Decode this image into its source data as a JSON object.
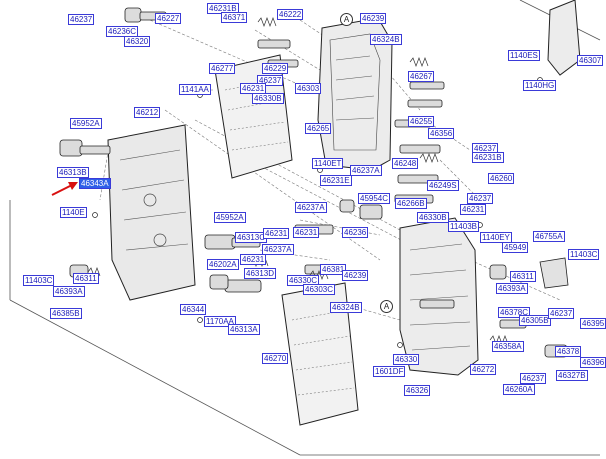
{
  "diagram": {
    "accent_color": "#1a1ab8",
    "highlight_color": "#2f5fe8",
    "pointer_color": "#d81010",
    "highlighted_part": "46343A",
    "circle_note": "A",
    "part_labels": [
      "46237",
      "46236C",
      "46320",
      "46227",
      "46231B",
      "46371",
      "46222",
      "46239",
      "46324B",
      "46237",
      "46277",
      "46229",
      "46237",
      "46231",
      "46330B",
      "46303",
      "46267",
      "1140ES",
      "46307",
      "1140HG",
      "1141AA",
      "46212",
      "46265",
      "46255",
      "46356",
      "45952A",
      "46313B",
      "46343A",
      "46237",
      "46231B",
      "46248",
      "46249S",
      "46260",
      "1140ET",
      "46237A",
      "46231E",
      "46237",
      "46231",
      "46266B",
      "45954C",
      "1140E",
      "45952A",
      "46313C",
      "46237A",
      "46231",
      "46236",
      "46330B",
      "1140EY",
      "46755A",
      "45949",
      "46237A",
      "46231",
      "46231",
      "46381",
      "46202A",
      "46313D",
      "46330C",
      "46303C",
      "46239",
      "11403C",
      "46311",
      "46393A",
      "46311",
      "46393A",
      "46344",
      "46324B",
      "46378C",
      "46305B",
      "46385B",
      "1170AA",
      "46313A",
      "46237",
      "46395",
      "46358A",
      "46378",
      "46270",
      "46330",
      "46396",
      "1601DF",
      "46272",
      "46237",
      "46327B",
      "46326",
      "46260A",
      "11403B",
      "11403C"
    ]
  }
}
